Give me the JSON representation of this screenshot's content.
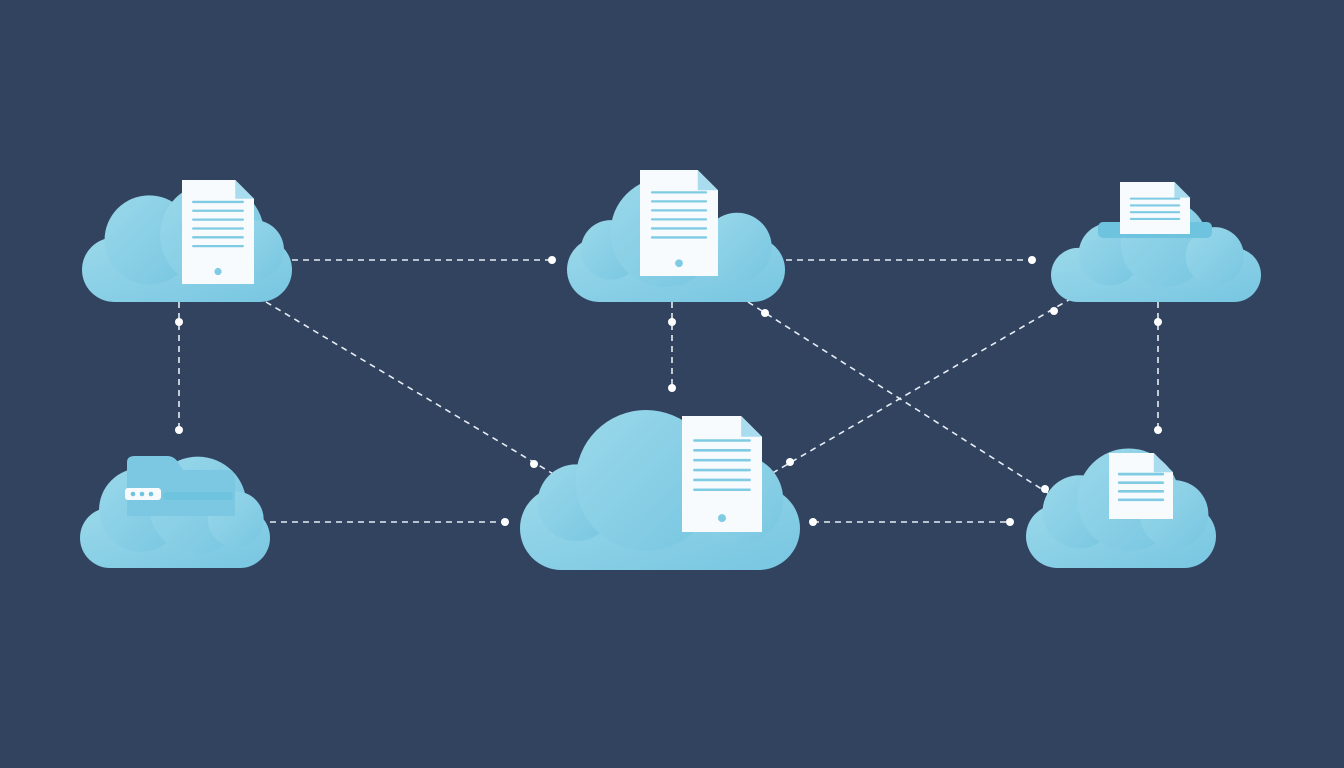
{
  "diagram": {
    "background": "#324360",
    "cloud_color": "#8fd1e6",
    "cloud_shade": "#6ec3df",
    "document_color": "#f7fbfd",
    "document_fold_color": "#a8dcee",
    "document_line_color": "#7fcbe3",
    "connector_color": "#e6edf4",
    "nodes": [
      {
        "id": "cloud-top-left",
        "icon": "document-icon",
        "interactable": true
      },
      {
        "id": "cloud-top-center",
        "icon": "document-icon",
        "interactable": true
      },
      {
        "id": "cloud-top-right",
        "icon": "document-tray-icon",
        "interactable": true
      },
      {
        "id": "cloud-bottom-left",
        "icon": "folder-icon",
        "interactable": true
      },
      {
        "id": "cloud-bottom-center",
        "icon": "document-icon",
        "interactable": true
      },
      {
        "id": "cloud-bottom-right",
        "icon": "document-icon",
        "interactable": true
      }
    ],
    "connections": [
      {
        "from": "cloud-top-left",
        "to": "cloud-top-center"
      },
      {
        "from": "cloud-top-center",
        "to": "cloud-top-right"
      },
      {
        "from": "cloud-top-left",
        "to": "cloud-bottom-left"
      },
      {
        "from": "cloud-top-left",
        "to": "cloud-bottom-center"
      },
      {
        "from": "cloud-top-center",
        "to": "cloud-bottom-center"
      },
      {
        "from": "cloud-top-center",
        "to": "cloud-bottom-right"
      },
      {
        "from": "cloud-top-right",
        "to": "cloud-bottom-center"
      },
      {
        "from": "cloud-top-right",
        "to": "cloud-bottom-right"
      },
      {
        "from": "cloud-bottom-left",
        "to": "cloud-bottom-center"
      },
      {
        "from": "cloud-bottom-center",
        "to": "cloud-bottom-right"
      }
    ]
  }
}
